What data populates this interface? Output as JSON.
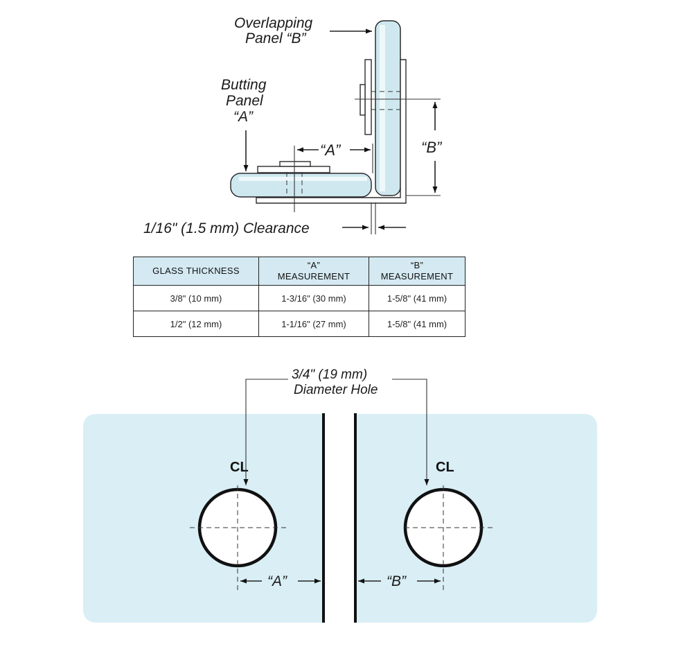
{
  "labels": {
    "overlapping_line1": "Overlapping",
    "overlapping_line2": "Panel “B”",
    "butting_line1": "Butting",
    "butting_line2": "Panel",
    "butting_line3": "“A”",
    "dim_a": "“A”",
    "dim_b": "“B”",
    "clearance": "1/16\" (1.5 mm) Clearance",
    "hole_line1": "3/4\" (19 mm)",
    "hole_line2": "Diameter Hole",
    "centerline": "CL",
    "bottom_dim_a": "“A”",
    "bottom_dim_b": "“B”"
  },
  "table": {
    "headers": [
      {
        "line1": "GLASS THICKNESS",
        "line2": ""
      },
      {
        "line1": "“A”",
        "line2": "MEASUREMENT"
      },
      {
        "line1": "“B”",
        "line2": "MEASUREMENT"
      }
    ],
    "rows": [
      [
        "3/8\" (10 mm)",
        "1-3/16\" (30 mm)",
        "1-5/8\" (41 mm)"
      ],
      [
        "1/2\" (12 mm)",
        "1-1/16\" (27 mm)",
        "1-5/8\" (41 mm)"
      ]
    ]
  },
  "colors": {
    "glass": "#cfe8f0",
    "pane": "#d9eef5",
    "header": "#d4e9f1"
  }
}
